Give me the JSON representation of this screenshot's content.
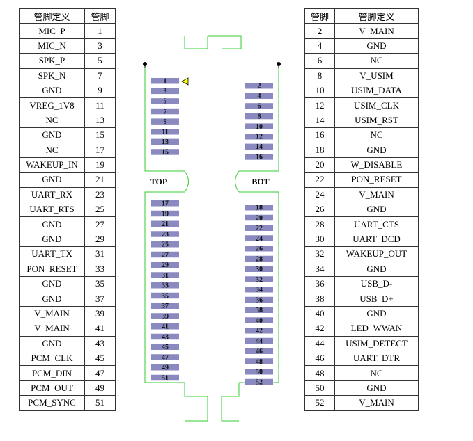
{
  "left_table": {
    "header": {
      "name": "管脚定义",
      "pin": "管脚"
    },
    "rows": [
      {
        "name": "MIC_P",
        "pin": "1"
      },
      {
        "name": "MIC_N",
        "pin": "3"
      },
      {
        "name": "SPK_P",
        "pin": "5"
      },
      {
        "name": "SPK_N",
        "pin": "7"
      },
      {
        "name": "GND",
        "pin": "9"
      },
      {
        "name": "VREG_1V8",
        "pin": "11"
      },
      {
        "name": "NC",
        "pin": "13"
      },
      {
        "name": "GND",
        "pin": "15"
      },
      {
        "name": "NC",
        "pin": "17"
      },
      {
        "name": "WAKEUP_IN",
        "pin": "19"
      },
      {
        "name": "GND",
        "pin": "21"
      },
      {
        "name": "UART_RX",
        "pin": "23"
      },
      {
        "name": "UART_RTS",
        "pin": "25"
      },
      {
        "name": "GND",
        "pin": "27"
      },
      {
        "name": "GND",
        "pin": "29"
      },
      {
        "name": "UART_TX",
        "pin": "31"
      },
      {
        "name": "PON_RESET",
        "pin": "33"
      },
      {
        "name": "GND",
        "pin": "35"
      },
      {
        "name": "GND",
        "pin": "37"
      },
      {
        "name": "V_MAIN",
        "pin": "39"
      },
      {
        "name": "V_MAIN",
        "pin": "41"
      },
      {
        "name": "GND",
        "pin": "43"
      },
      {
        "name": "PCM_CLK",
        "pin": "45"
      },
      {
        "name": "PCM_DIN",
        "pin": "47"
      },
      {
        "name": "PCM_OUT",
        "pin": "49"
      },
      {
        "name": "PCM_SYNC",
        "pin": "51"
      }
    ]
  },
  "right_table": {
    "header": {
      "pin": "管脚",
      "name": "管脚定义"
    },
    "rows": [
      {
        "pin": "2",
        "name": "V_MAIN"
      },
      {
        "pin": "4",
        "name": "GND"
      },
      {
        "pin": "6",
        "name": "NC"
      },
      {
        "pin": "8",
        "name": "V_USIM"
      },
      {
        "pin": "10",
        "name": "USIM_DATA"
      },
      {
        "pin": "12",
        "name": "USIM_CLK"
      },
      {
        "pin": "14",
        "name": "USIM_RST"
      },
      {
        "pin": "16",
        "name": "NC"
      },
      {
        "pin": "18",
        "name": "GND"
      },
      {
        "pin": "20",
        "name": "W_DISABLE"
      },
      {
        "pin": "22",
        "name": "PON_RESET"
      },
      {
        "pin": "24",
        "name": "V_MAIN"
      },
      {
        "pin": "26",
        "name": "GND"
      },
      {
        "pin": "28",
        "name": "UART_CTS"
      },
      {
        "pin": "30",
        "name": "UART_DCD"
      },
      {
        "pin": "32",
        "name": "WAKEUP_OUT"
      },
      {
        "pin": "34",
        "name": "GND"
      },
      {
        "pin": "36",
        "name": "USB_D-"
      },
      {
        "pin": "38",
        "name": "USB_D+"
      },
      {
        "pin": "40",
        "name": "GND"
      },
      {
        "pin": "42",
        "name": "LED_WWAN"
      },
      {
        "pin": "44",
        "name": "USIM_DETECT"
      },
      {
        "pin": "46",
        "name": "UART_DTR"
      },
      {
        "pin": "48",
        "name": "NC"
      },
      {
        "pin": "50",
        "name": "GND"
      },
      {
        "pin": "52",
        "name": "V_MAIN"
      }
    ]
  },
  "diagram": {
    "top_label": "TOP",
    "bot_label": "BOT",
    "odd_pads": [
      "1",
      "3",
      "5",
      "7",
      "9",
      "11",
      "13",
      "15",
      "17",
      "19",
      "21",
      "23",
      "25",
      "27",
      "29",
      "31",
      "33",
      "35",
      "37",
      "39",
      "41",
      "43",
      "45",
      "47",
      "49",
      "51"
    ],
    "even_pads": [
      "2",
      "4",
      "6",
      "8",
      "10",
      "12",
      "14",
      "16",
      "18",
      "20",
      "22",
      "24",
      "26",
      "28",
      "30",
      "32",
      "34",
      "36",
      "38",
      "40",
      "42",
      "44",
      "46",
      "48",
      "50",
      "52"
    ],
    "colors": {
      "pad": "#8a8ac0",
      "outline": "#33cc33",
      "marker": "#ffff00"
    }
  }
}
